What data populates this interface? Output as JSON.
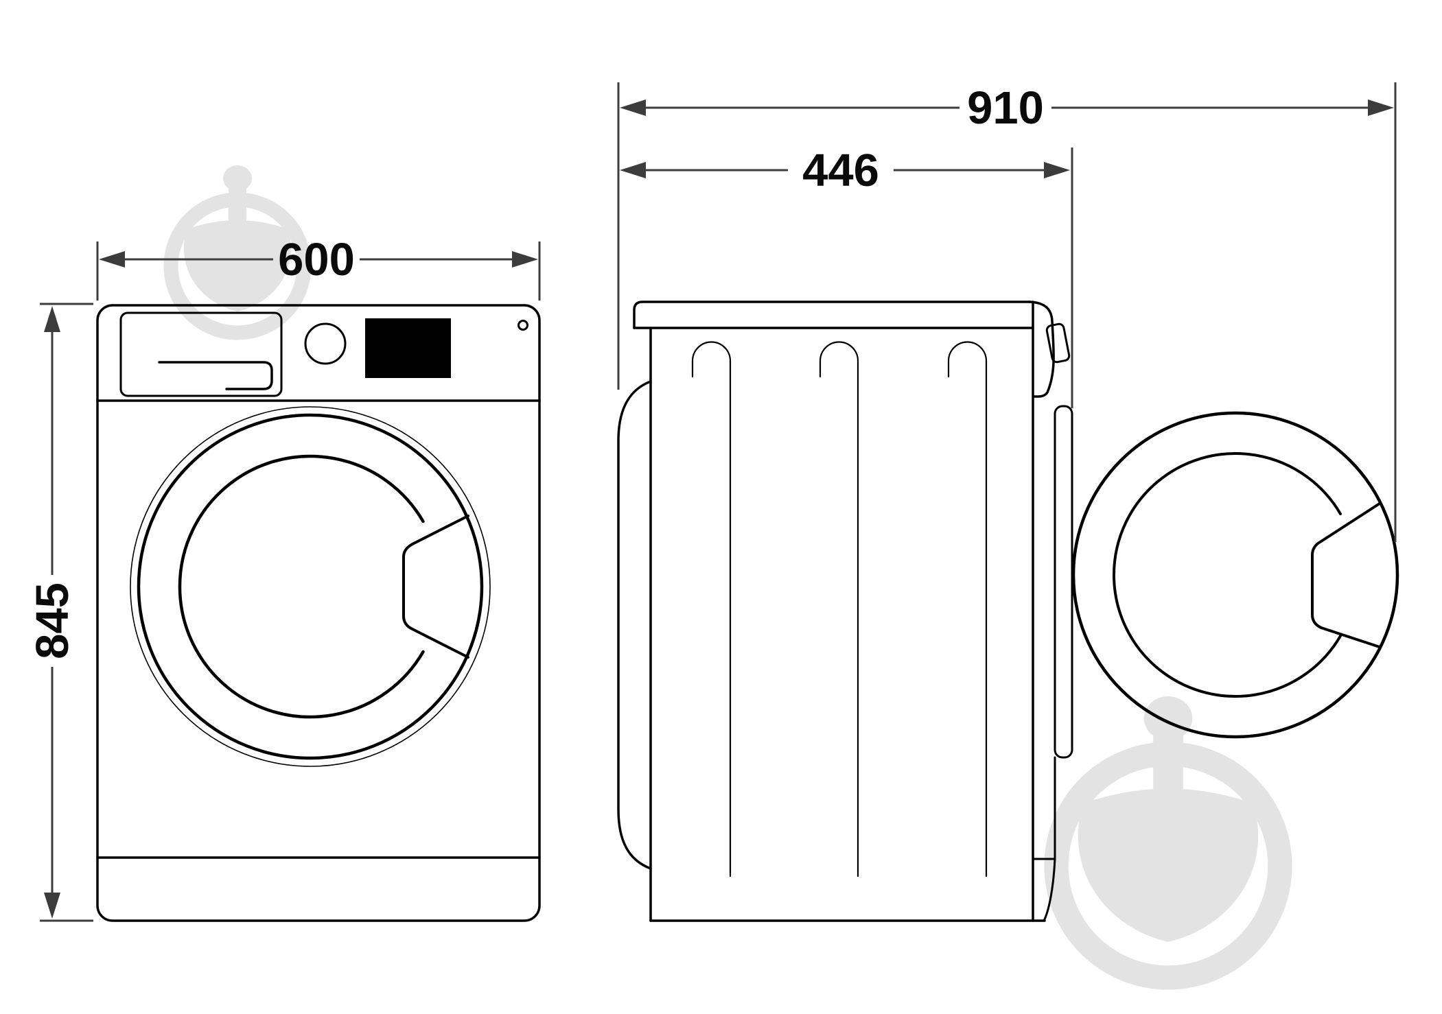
{
  "diagram": {
    "subject": "washing-machine-dimension-drawing",
    "units": "mm",
    "dimensions": {
      "width": "600",
      "height": "845",
      "depth_door_open": "910",
      "depth_cabinet": "446"
    },
    "colors": {
      "background": "#ffffff",
      "drawing_line": "#000000",
      "dimension_line": "#3c3c3c",
      "display_fill": "#000000",
      "watermark": "#e3e3e3"
    }
  }
}
